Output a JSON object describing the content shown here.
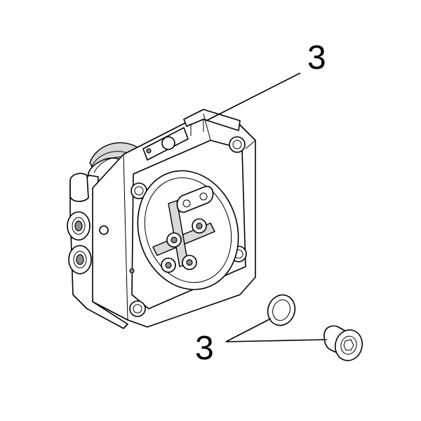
{
  "diagram": {
    "callouts": [
      {
        "id": "top",
        "label": "3"
      },
      {
        "id": "bottom",
        "label": "3"
      }
    ],
    "parts": [
      "valve-housing",
      "sealing-ring",
      "plug-screw"
    ]
  }
}
